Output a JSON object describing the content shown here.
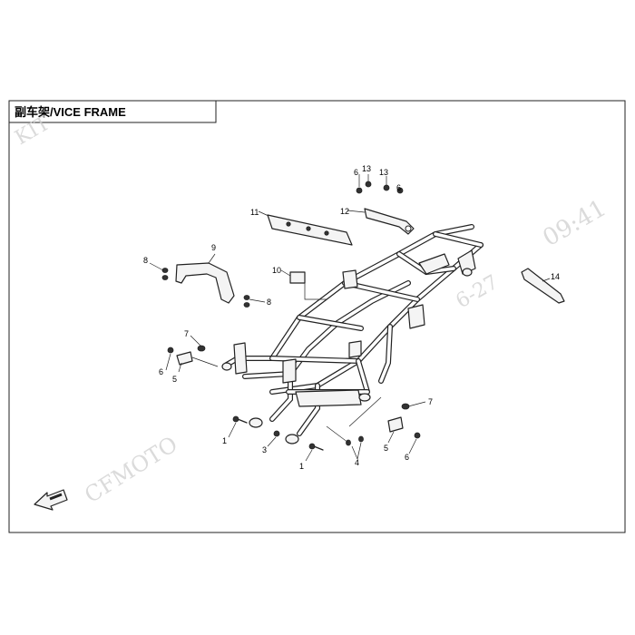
{
  "title": "副车架/VICE FRAME",
  "watermark": {
    "brand": "CFMOTO",
    "corner_text": "KIT",
    "date_text": "6-27",
    "time_text": "09:41"
  },
  "callouts": [
    "1",
    "1",
    "3",
    "4",
    "5",
    "5",
    "6",
    "6",
    "6",
    "6",
    "7",
    "7",
    "8",
    "8",
    "9",
    "10",
    "11",
    "12",
    "13",
    "13",
    "14"
  ],
  "colors": {
    "ink": "#222222",
    "watermark": "#cfcfcf",
    "background": "#ffffff"
  },
  "icons": {
    "front_arrow": "fwd-arrow-icon"
  }
}
